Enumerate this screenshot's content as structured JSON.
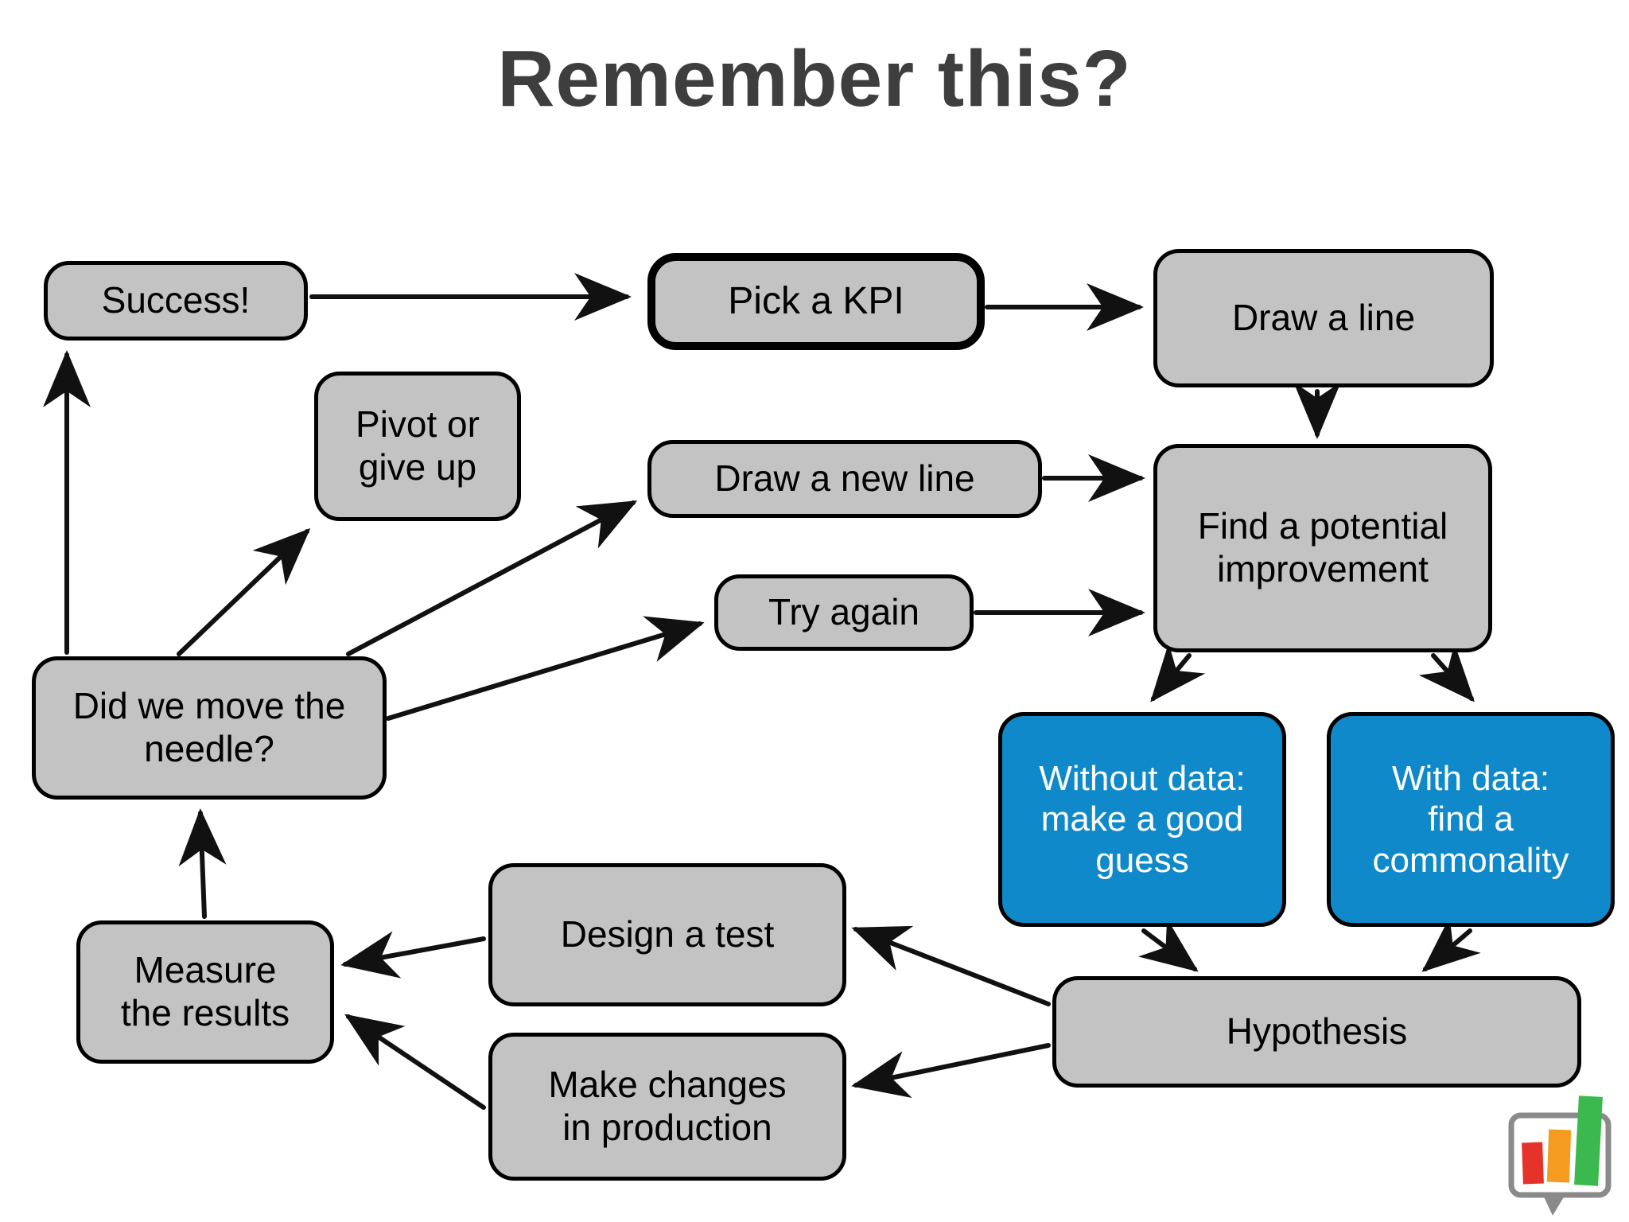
{
  "title": "Remember this?",
  "nodes": {
    "success": "Success!",
    "pick_kpi": "Pick a KPI",
    "draw_line": "Draw a line",
    "pivot_or_give_up": "Pivot or\ngive up",
    "draw_new_line": "Draw a new line",
    "try_again": "Try again",
    "find_improvement": "Find a potential\nimprovement",
    "did_we_move": "Did we move the\nneedle?",
    "without_data": "Without data:\nmake a good\nguess",
    "with_data": "With data:\nfind a\ncommonality",
    "measure_results": "Measure\nthe results",
    "design_test": "Design a test",
    "make_changes": "Make changes\nin production",
    "hypothesis": "Hypothesis"
  },
  "edges": [
    {
      "from": "success",
      "to": "pick_kpi"
    },
    {
      "from": "pick_kpi",
      "to": "draw_line"
    },
    {
      "from": "draw_line",
      "to": "find_improvement"
    },
    {
      "from": "draw_new_line",
      "to": "find_improvement"
    },
    {
      "from": "try_again",
      "to": "find_improvement"
    },
    {
      "from": "find_improvement",
      "to": "without_data"
    },
    {
      "from": "find_improvement",
      "to": "with_data"
    },
    {
      "from": "without_data",
      "to": "hypothesis"
    },
    {
      "from": "with_data",
      "to": "hypothesis"
    },
    {
      "from": "hypothesis",
      "to": "design_test"
    },
    {
      "from": "hypothesis",
      "to": "make_changes"
    },
    {
      "from": "design_test",
      "to": "measure_results"
    },
    {
      "from": "make_changes",
      "to": "measure_results"
    },
    {
      "from": "measure_results",
      "to": "did_we_move"
    },
    {
      "from": "did_we_move",
      "to": "success"
    },
    {
      "from": "did_we_move",
      "to": "pivot_or_give_up"
    },
    {
      "from": "did_we_move",
      "to": "draw_new_line"
    },
    {
      "from": "did_we_move",
      "to": "try_again"
    }
  ],
  "colors": {
    "node_fill": "#c3c3c3",
    "node_border": "#000000",
    "highlight_fill": "#0f89c9",
    "highlight_text": "#ffffff",
    "title_text": "#3e3e3e",
    "arrow_color": "#111111",
    "logo_frame": "#8a8a8a",
    "logo_red": "#e63329",
    "logo_orange": "#f59b20",
    "logo_green": "#3cb94e"
  },
  "logo": {
    "name": "bar-chart-logo"
  }
}
